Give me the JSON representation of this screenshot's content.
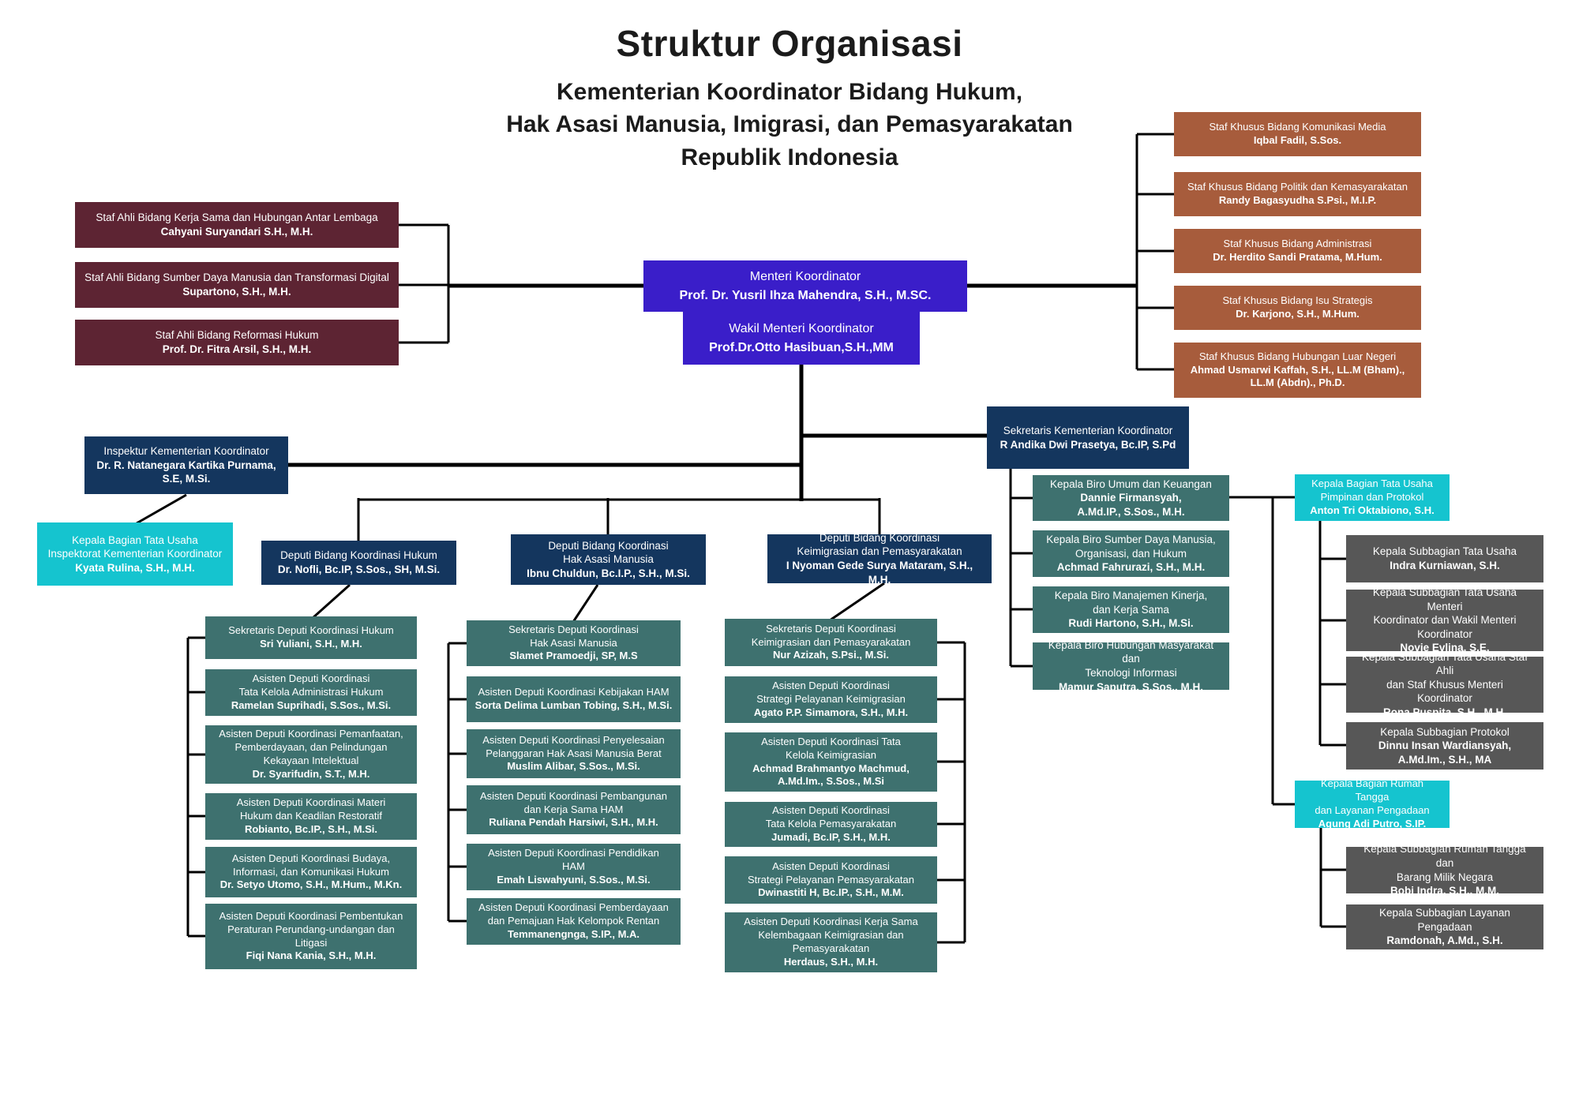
{
  "colors": {
    "maroon": "#5D2433",
    "brown": "#A75C3C",
    "purple": "#3A1EC9",
    "navy": "#14365E",
    "teal": "#3E716F",
    "cyan": "#15C4CF",
    "gray": "#575757",
    "line": "#000000"
  },
  "header": {
    "title": "Struktur Organisasi",
    "subtitle": "Kementerian Koordinator Bidang Hukum,\nHak Asasi Manusia, Imigrasi, dan Pemasyarakatan\nRepublik Indonesia"
  },
  "nodes": {
    "menteri": {
      "role": "Menteri Koordinator",
      "person": "Prof. Dr. Yusril Ihza Mahendra, S.H., M.SC."
    },
    "wakil": {
      "role": "Wakil Menteri Koordinator",
      "person": "Prof.Dr.Otto Hasibuan,S.H.,MM"
    },
    "staf_ahli": [
      {
        "role": "Staf Ahli Bidang Kerja Sama dan Hubungan Antar Lembaga",
        "person": "Cahyani Suryandari S.H., M.H."
      },
      {
        "role": "Staf Ahli Bidang Sumber Daya Manusia dan Transformasi Digital",
        "person": "Supartono, S.H., M.H."
      },
      {
        "role": "Staf Ahli Bidang Reformasi Hukum",
        "person": "Prof. Dr. Fitra Arsil, S.H., M.H."
      }
    ],
    "staf_khusus": [
      {
        "role": "Staf Khusus Bidang Komunikasi Media",
        "person": "Iqbal Fadil, S.Sos."
      },
      {
        "role": "Staf Khusus Bidang Politik dan Kemasyarakatan",
        "person": "Randy Bagasyudha S.Psi., M.I.P."
      },
      {
        "role": "Staf Khusus Bidang Administrasi",
        "person": "Dr. Herdito Sandi Pratama, M.Hum."
      },
      {
        "role": "Staf Khusus Bidang Isu Strategis",
        "person": "Dr. Karjono, S.H., M.Hum."
      },
      {
        "role": "Staf Khusus Bidang Hubungan Luar Negeri",
        "person": "Ahmad Usmarwi Kaffah, S.H., LL.M (Bham).,\nLL.M (Abdn)., Ph.D."
      }
    ],
    "sekretaris_kementerian": {
      "role": "Sekretaris Kementerian Koordinator",
      "person": "R Andika Dwi Prasetya, Bc.IP, S.Pd"
    },
    "inspektur": {
      "role": "Inspektur Kementerian Koordinator",
      "person": "Dr. R. Natanegara Kartika Purnama,\nS.E, M.Si."
    },
    "tu_inspektorat": {
      "role": "Kepala Bagian Tata Usaha\nInspektorat Kementerian Koordinator",
      "person": "Kyata Rulina, S.H., M.H."
    },
    "deputi": [
      {
        "role": "Deputi Bidang Koordinasi Hukum",
        "person": "Dr. Nofli, Bc.IP, S.Sos., SH, M.Si."
      },
      {
        "role": "Deputi Bidang Koordinasi\nHak Asasi Manusia",
        "person": "Ibnu Chuldun, Bc.I.P., S.H., M.Si."
      },
      {
        "role": "Deputi Bidang Koordinasi\nKeimigrasian dan Pemasyarakatan",
        "person": "I Nyoman Gede Surya Mataram, S.H., M.H."
      }
    ],
    "hukum_children": [
      {
        "role": "Sekretaris Deputi Koordinasi Hukum",
        "person": "Sri Yuliani, S.H., M.H."
      },
      {
        "role": "Asisten Deputi Koordinasi\nTata Kelola Administrasi Hukum",
        "person": "Ramelan Suprihadi, S.Sos., M.Si."
      },
      {
        "role": "Asisten Deputi Koordinasi Pemanfaatan,\nPemberdayaan, dan Pelindungan\nKekayaan Intelektual",
        "person": "Dr. Syarifudin, S.T., M.H."
      },
      {
        "role": "Asisten Deputi Koordinasi Materi\nHukum dan Keadilan Restoratif",
        "person": "Robianto, Bc.IP., S.H., M.Si."
      },
      {
        "role": "Asisten Deputi Koordinasi Budaya,\nInformasi, dan Komunikasi Hukum",
        "person": "Dr. Setyo Utomo, S.H., M.Hum., M.Kn."
      },
      {
        "role": "Asisten Deputi Koordinasi Pembentukan\nPeraturan Perundang-undangan dan\nLitigasi",
        "person": "Fiqi Nana Kania, S.H., M.H."
      }
    ],
    "ham_children": [
      {
        "role": "Sekretaris Deputi Koordinasi\nHak Asasi Manusia",
        "person": "Slamet Pramoedji, SP, M.S"
      },
      {
        "role": "Asisten Deputi Koordinasi Kebijakan HAM",
        "person": "Sorta Delima Lumban Tobing, S.H., M.Si."
      },
      {
        "role": "Asisten Deputi Koordinasi Penyelesaian\nPelanggaran Hak Asasi Manusia Berat",
        "person": "Muslim Alibar, S.Sos., M.Si."
      },
      {
        "role": "Asisten Deputi Koordinasi Pembangunan\ndan Kerja Sama HAM",
        "person": "Ruliana Pendah Harsiwi, S.H., M.H."
      },
      {
        "role": "Asisten Deputi Koordinasi Pendidikan\nHAM",
        "person": "Emah Liswahyuni, S.Sos., M.Si."
      },
      {
        "role": "Asisten Deputi Koordinasi Pemberdayaan\ndan Pemajuan Hak Kelompok Rentan",
        "person": "Temmanengnga, S.IP., M.A."
      }
    ],
    "keimigrasian_children": [
      {
        "role": "Sekretaris Deputi Koordinasi\nKeimigrasian dan Pemasyarakatan",
        "person": "Nur Azizah, S.Psi., M.Si."
      },
      {
        "role": "Asisten Deputi Koordinasi\nStrategi Pelayanan Keimigrasian",
        "person": "Agato P.P. Simamora, S.H., M.H."
      },
      {
        "role": "Asisten Deputi Koordinasi Tata\nKelola Keimigrasian",
        "person": "Achmad Brahmantyo Machmud,\nA.Md.Im., S.Sos., M.Si"
      },
      {
        "role": "Asisten Deputi Koordinasi\nTata Kelola Pemasyarakatan",
        "person": "Jumadi, Bc.IP, S.H., M.H."
      },
      {
        "role": "Asisten Deputi Koordinasi\nStrategi Pelayanan Pemasyarakatan",
        "person": "Dwinastiti H, Bc.IP., S.H., M.M."
      },
      {
        "role": "Asisten Deputi Koordinasi Kerja Sama\nKelembagaan Keimigrasian dan\nPemasyarakatan",
        "person": "Herdaus, S.H., M.H."
      }
    ],
    "biro": [
      {
        "role": "Kepala Biro Umum dan Keuangan",
        "person": "Dannie Firmansyah,\nA.Md.IP., S.Sos., M.H."
      },
      {
        "role": "Kepala  Biro Sumber Daya Manusia,\nOrganisasi, dan Hukum",
        "person": "Achmad Fahrurazi, S.H., M.H."
      },
      {
        "role": "Kepala Biro Manajemen Kinerja,\ndan Kerja Sama",
        "person": "Rudi Hartono, S.H., M.Si."
      },
      {
        "role": "Kepala Biro Hubungan Masyarakat dan\nTeknologi Informasi",
        "person": "Mamur Saputra, S.Sos., M.H."
      }
    ],
    "tu_pimpinan": {
      "role": "Kepala Bagian Tata Usaha\nPimpinan dan Protokol",
      "person": "Anton Tri Oktabiono, S.H."
    },
    "tu_pimpinan_children": [
      {
        "role": "Kepala Subbagian Tata Usaha",
        "person": "Indra Kurniawan, S.H."
      },
      {
        "role": "Kepala Subbagian Tata Usaha Menteri\nKoordinator dan Wakil Menteri\nKoordinator",
        "person": "Novie Evlina, S.E."
      },
      {
        "role": "Kepala Subbagian Tata Usaha Staf Ahli\ndan Staf Khusus Menteri\nKoordinator",
        "person": "Rona Puspita, S.H., M.H."
      },
      {
        "role": "Kepala Subbagian Protokol",
        "person": "Dinnu Insan Wardiansyah,\nA.Md.Im., S.H., MA"
      }
    ],
    "rumah_tangga": {
      "role": "Kepala Bagian Rumah Tangga\ndan Layanan Pengadaan",
      "person": "Agung Adi Putro, S.IP."
    },
    "rumah_tangga_children": [
      {
        "role": "Kepala Subbagian Rumah Tangga dan\nBarang Milik Negara",
        "person": "Bobi Indra, S.H., M.M."
      },
      {
        "role": "Kepala Subbagian Layanan Pengadaan",
        "person": "Ramdonah, A.Md., S.H."
      }
    ]
  }
}
